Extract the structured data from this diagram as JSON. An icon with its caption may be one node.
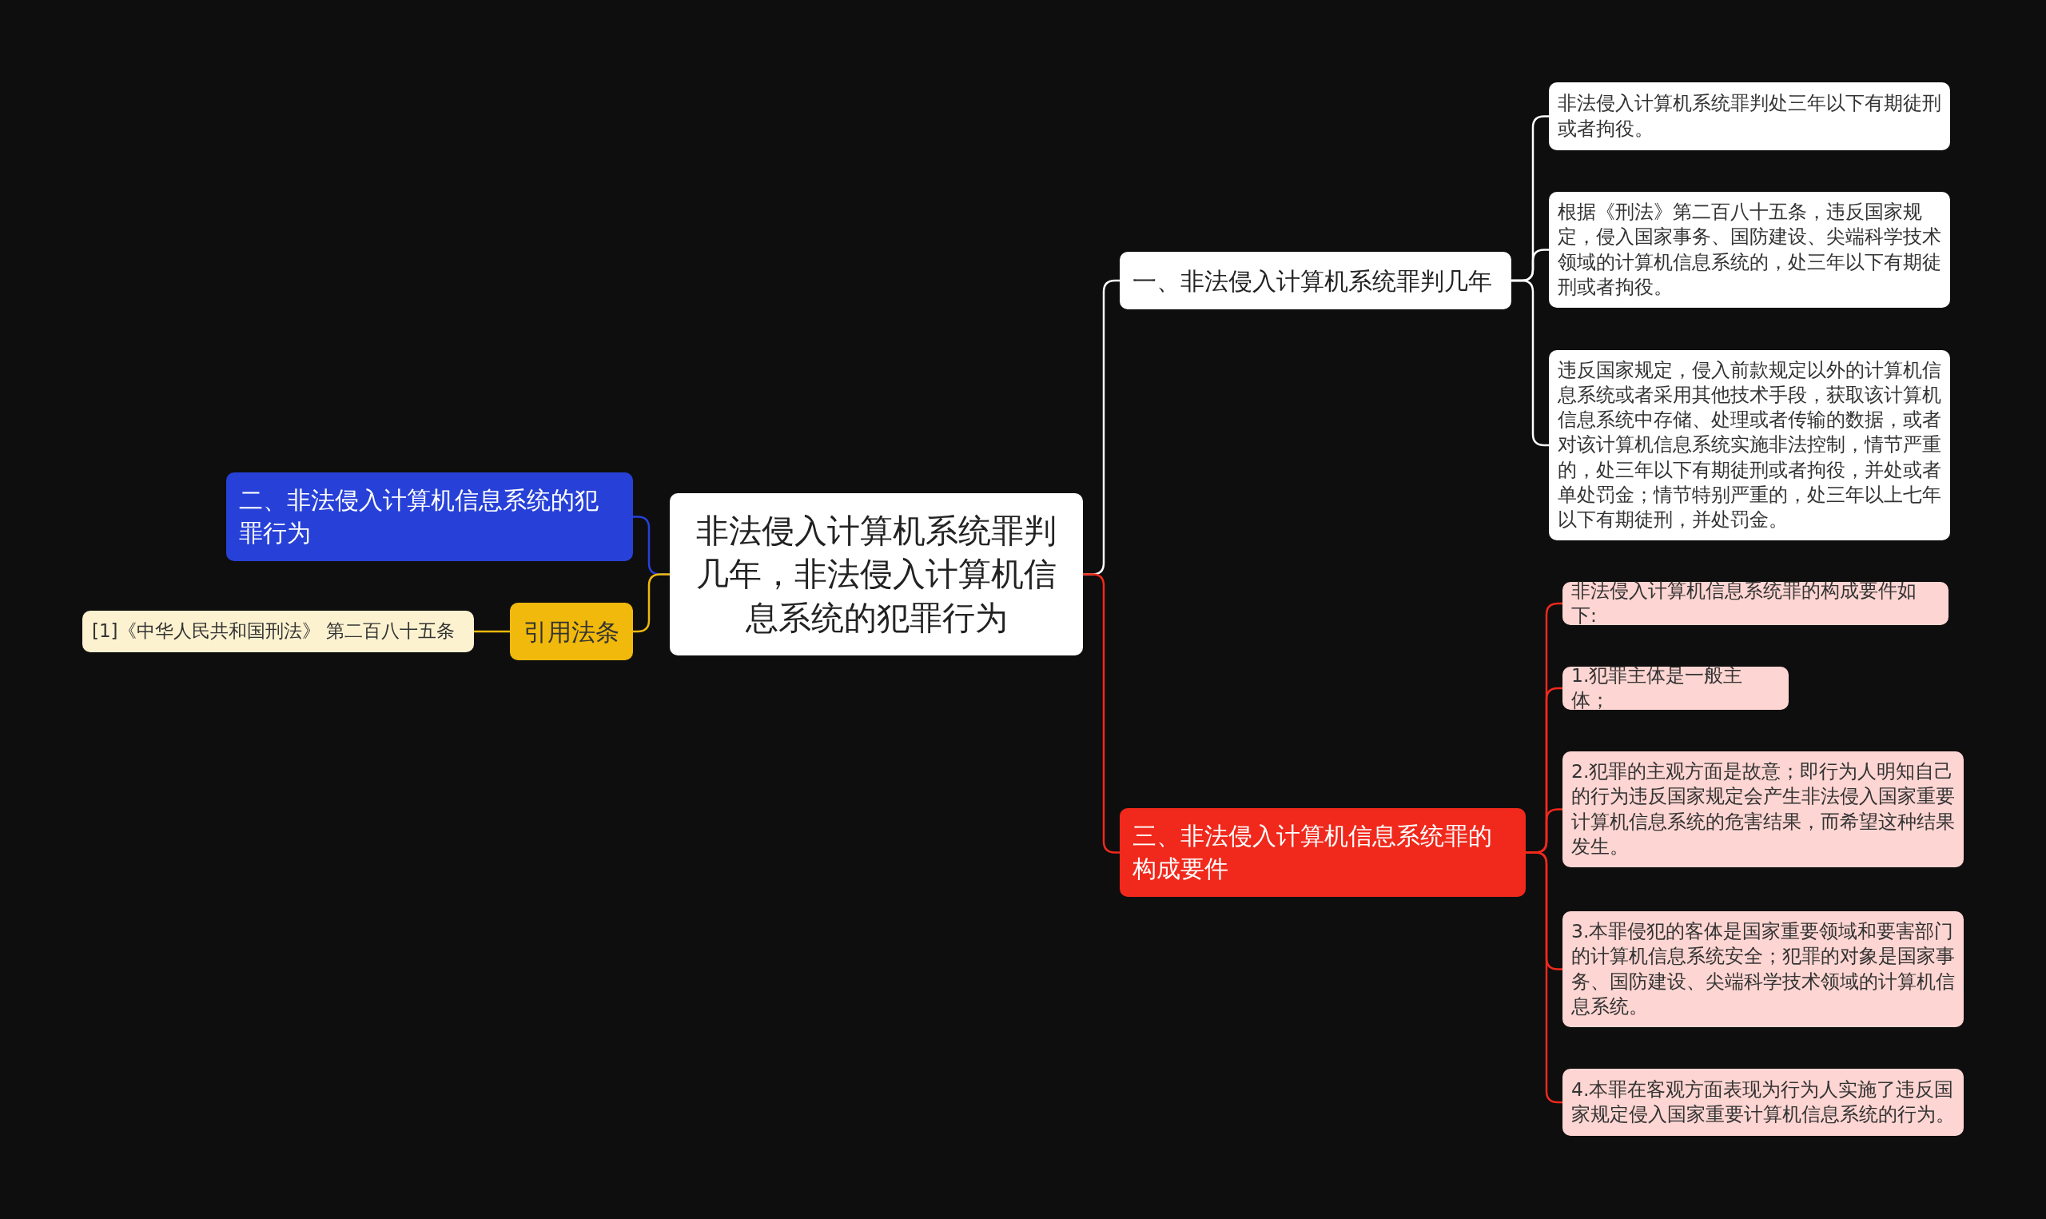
{
  "diagram": {
    "nodes": [
      {
        "text": [
          "非法侵入计算机系统罪判几年，非法侵入计算机信息系统的犯罪行为"
        ]
      },
      {
        "text": [
          "一、非法侵入计算机系统罪判几年"
        ]
      },
      {
        "text": [
          "非法侵入计算机系统罪判处三年以下有期徒刑或者拘役。"
        ]
      },
      {
        "text": [
          "根据《刑法》第二百八十五条，违反国家规定，侵入国家事务、国防建设、尖端科学技术领域的计算机信息系统的，处三年以下有期徒刑或者拘役。"
        ]
      },
      {
        "text": [
          "违反国家规定，侵入前款规定以外的计算机信息系统或者采用其他技术手段，获取该计算机信息系统中存储、处理或者传输的数据，或者对该计算机信息系统实施非法控制，情节严重的，处三年以下有期徒刑或者拘役，并处或者单处罚金；情节特别严重的，处三年以上七年以下有期徒刑，并处罚金。"
        ]
      },
      {
        "text": [
          "二、非法侵入计算机信息系统的犯罪行为"
        ]
      },
      {
        "text": [
          "引用法条"
        ]
      },
      {
        "text": [
          "[1]《中华人民共和国刑法》 第二百八十五条"
        ]
      },
      {
        "text": [
          "三、非法侵入计算机信息系统罪的构成要件"
        ]
      },
      {
        "text": [
          "非法侵入计算机信息系统罪的构成要件如下:"
        ]
      },
      {
        "text": [
          "1.犯罪主体是一般主体；"
        ]
      },
      {
        "text": [
          "2.犯罪的主观方面是故意；即行为人明知自己的行为违反国家规定会产生非法侵入国家重要计算机信息系统的危害结果，而希望这种结果发生。"
        ]
      },
      {
        "text": [
          "3.本罪侵犯的客体是国家重要领域和要害部门的计算机信息系统安全；犯罪的对象是国家事务、国防建设、尖端科学技术领域的计算机信息系统。"
        ]
      },
      {
        "text": [
          "4.本罪在客观方面表现为行为人实施了违反国家规定侵入国家重要计算机信息系统的行为。"
        ]
      }
    ],
    "edges": [
      {
        "from": 0,
        "to": 1,
        "arrow": "none",
        "color": "#ffffff"
      },
      {
        "from": 1,
        "to": 2,
        "arrow": "none",
        "color": "#ffffff"
      },
      {
        "from": 1,
        "to": 3,
        "arrow": "none",
        "color": "#ffffff"
      },
      {
        "from": 1,
        "to": 4,
        "arrow": "none",
        "color": "#ffffff"
      },
      {
        "from": 0,
        "to": 5,
        "arrow": "none",
        "color": "#2741d8"
      },
      {
        "from": 0,
        "to": 6,
        "arrow": "none",
        "color": "#f0b90b"
      },
      {
        "from": 6,
        "to": 7,
        "arrow": "none",
        "color": "#f0b90b"
      },
      {
        "from": 0,
        "to": 8,
        "arrow": "none"
      },
      {
        "from": 8,
        "to": 9,
        "arrow": "none"
      },
      {
        "from": 8,
        "to": 10,
        "arrow": "none"
      },
      {
        "from": 8,
        "to": 11,
        "arrow": "none"
      },
      {
        "from": 8,
        "to": 12,
        "arrow": "none"
      },
      {
        "from": 8,
        "to": 13,
        "arrow": "none"
      }
    ]
  }
}
